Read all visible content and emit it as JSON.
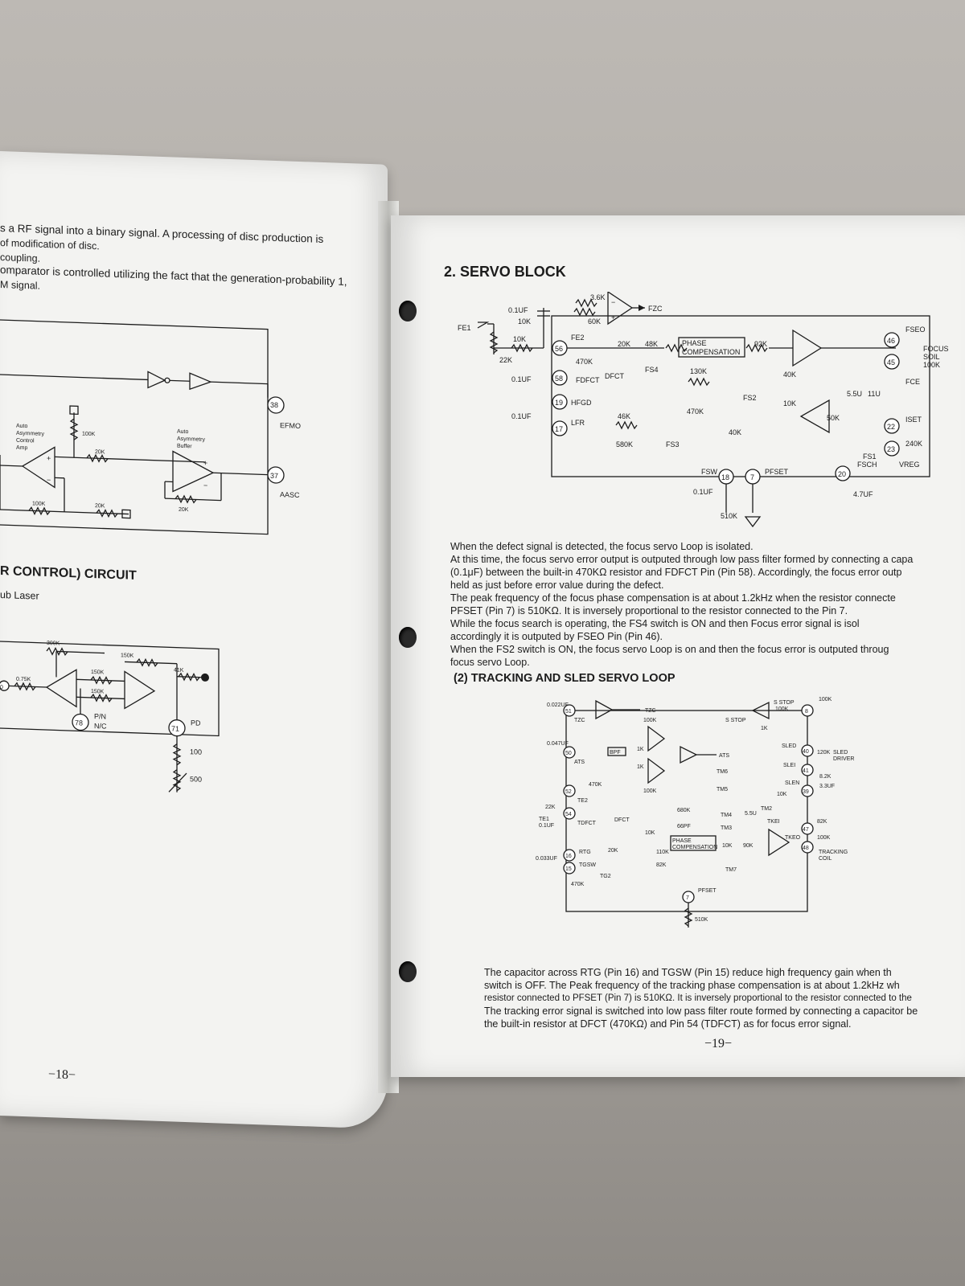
{
  "left_page": {
    "intro_lines": [
      "s a RF signal into a binary signal. A processing of disc production is",
      " of modification of disc.",
      "coupling.",
      "omparator is controlled utilizing the fact that the generation-probability 1,",
      "M signal."
    ],
    "circuit1": {
      "amp1_label": [
        "Auto",
        "Asymmetry",
        "Control",
        "Amp"
      ],
      "buffer_label": [
        "Auto",
        "Asymmetry",
        "Buffer"
      ],
      "resistors": [
        "100K",
        "20K",
        "100K",
        "20K",
        "20K"
      ],
      "pins": [
        {
          "num": "38",
          "name": "EFMO"
        },
        {
          "num": "37",
          "name": "AASC"
        }
      ]
    },
    "section_heading": "R CONTROL) CIRCUIT",
    "sub_heading": "ub Laser",
    "circuit2": {
      "resistors": [
        "300K",
        "150K",
        "150K",
        "150K",
        "41K",
        "0.75K"
      ],
      "pins": [
        {
          "num": "78",
          "name": "P/N"
        },
        {
          "num": "71",
          "name": "PD"
        }
      ],
      "pin78_sub": "N/C",
      "left_stub": "0",
      "pot_values": [
        "100",
        "500"
      ]
    },
    "page_number": "−18−"
  },
  "right_page": {
    "section_title": "2. SERVO BLOCK",
    "focus_circuit": {
      "labels": [
        "FE1",
        "0.1UF",
        "10K",
        "10K",
        "22K",
        "3.6K",
        "60K",
        "FE2",
        "470K",
        "FDFCT",
        "DFCT",
        "FZC",
        "20K",
        "48K",
        "FS4",
        "PHASE",
        "COMPENSATION",
        "92K",
        "130K",
        "FS2",
        "40K",
        "10K",
        "0.1UF",
        "HFGD",
        "0.1UF",
        "LFR",
        "46K",
        "580K",
        "FS3",
        "470K",
        "40K",
        "FSW",
        "PFSET",
        "0.1UF",
        "510K",
        "FSEO",
        "FOCUS",
        "SOIL",
        "100K",
        "FCE",
        "5.5U",
        "11U",
        "50K",
        "ISET",
        "FS1",
        "FSCH",
        "240K",
        "VREG",
        "4.7UF"
      ],
      "pins": [
        "56",
        "58",
        "19",
        "17",
        "18",
        "7",
        "46",
        "45",
        "22",
        "23",
        "20"
      ]
    },
    "paragraphs": [
      "When the defect signal is detected, the focus servo Loop is isolated.",
      "At this time, the focus servo error output is outputed through low pass filter formed by connecting a capa",
      "(0.1μF) between the built-in 470KΩ resistor and FDFCT Pin (Pin 58). Accordingly, the focus error outp",
      "held as just before error value during the defect.",
      "The peak frequency of the focus phase compensation is at about 1.2kHz when the resistor connecte",
      "PFSET (Pin 7) is 510KΩ. It is inversely proportional to the resistor connected to the Pin 7.",
      "While the focus search is operating, the FS4 switch is ON and then Focus error signal is isol",
      "accordingly it is outputed by FSEO Pin (Pin 46).",
      "When the FS2 switch is ON, the focus servo Loop is on and then the focus error is outputed throug",
      "focus servo Loop."
    ],
    "subsection_title": "(2) TRACKING AND SLED SERVO LOOP",
    "tracking_circuit": {
      "labels": [
        "0.022UF",
        "TZC",
        "TZC",
        "100K",
        "0.047UF",
        "ATS",
        "BPF",
        "1K",
        "1K",
        "ATS",
        "S STOP",
        "S STOP",
        "100K",
        "1K",
        "100K",
        "SLED",
        "120K",
        "SLED",
        "DRIVER",
        "SLEI",
        "8.2K",
        "SLEN",
        "3.3UF",
        "10K",
        "TM6",
        "TM5",
        "470K",
        "100K",
        "TE2",
        "22K",
        "TE1",
        "0.1UF",
        "TDFCT",
        "DFCT",
        "680K",
        "66PF",
        "10K",
        "TM4",
        "5.5U",
        "TM2",
        "TKEI",
        "82K",
        "TM3",
        "TKEO",
        "100K",
        "PHASE",
        "COMPENSATION",
        "110K",
        "10K",
        "90K",
        "TRACKING",
        "COIL",
        "0.033UF",
        "RTG",
        "20K",
        "TGSW",
        "TG2",
        "82K",
        "TM7",
        "470K",
        "PFSET",
        "510K"
      ],
      "pins": [
        "51",
        "50",
        "52",
        "54",
        "16",
        "15",
        "8",
        "40",
        "41",
        "39",
        "47",
        "48",
        "7"
      ]
    },
    "paragraphs2": [
      "The capacitor across RTG (Pin 16) and TGSW (Pin 15) reduce high frequency gain when th",
      "switch is OFF. The Peak frequency of the tracking phase compensation is at about 1.2kHz wh",
      "resistor connected to PFSET (Pin 7) is 510KΩ. It is inversely proportional to the resistor connected to the",
      "The tracking error signal is switched into low pass filter route formed by connecting a capacitor be",
      "the built-in resistor at DFCT (470KΩ) and Pin 54 (TDFCT) as for focus error signal."
    ],
    "page_number": "−19−"
  }
}
